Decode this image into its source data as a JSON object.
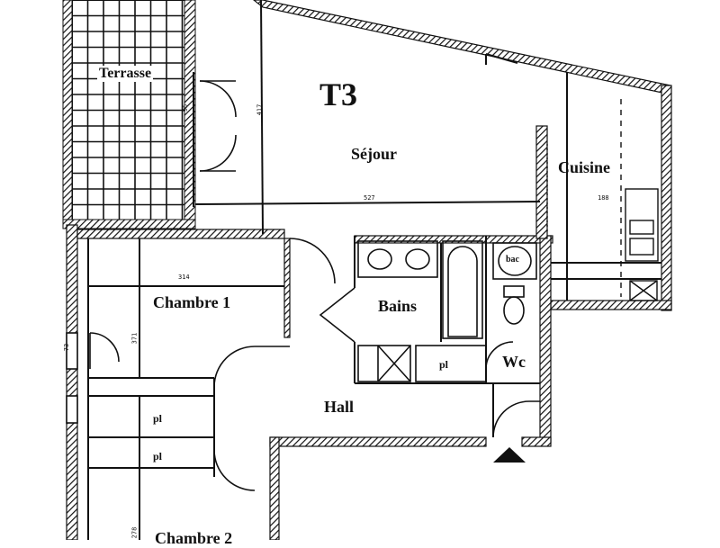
{
  "plan": {
    "title": "T3",
    "rooms": {
      "terrasse": "Terrasse",
      "sejour": "Séjour",
      "cuisine": "Cuisine",
      "chambre1": "Chambre 1",
      "chambre2": "Chambre 2",
      "bains": "Bains",
      "wc": "Wc",
      "hall": "Hall"
    },
    "fixtures": {
      "placard_bath": "pl",
      "placard_1": "pl",
      "placard_2": "pl",
      "boiler": "bac"
    },
    "dimensions": {
      "d1": "417",
      "d2": "527",
      "d3": "314",
      "d4": "371",
      "d5": "188",
      "d6": "278",
      "d7": "95",
      "d8": "73"
    }
  }
}
